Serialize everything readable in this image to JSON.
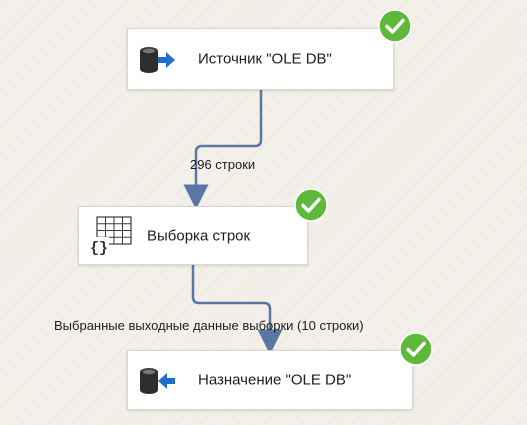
{
  "nodes": [
    {
      "label": "Источник \"OLE DB\"",
      "icon": "ole-db-source-icon",
      "status": "success"
    },
    {
      "label": "Выборка строк",
      "icon": "row-sampling-icon",
      "status": "success"
    },
    {
      "label": "Назначение \"OLE DB\"",
      "icon": "ole-db-destination-icon",
      "status": "success"
    }
  ],
  "paths": [
    {
      "label": "296 строки"
    },
    {
      "label": "Выбранные выходные данные выборки (10 строки)"
    }
  ],
  "colors": {
    "connector": "#5a77a3",
    "success": "#5db83b",
    "arrow_icon": "#1f6fd0"
  }
}
